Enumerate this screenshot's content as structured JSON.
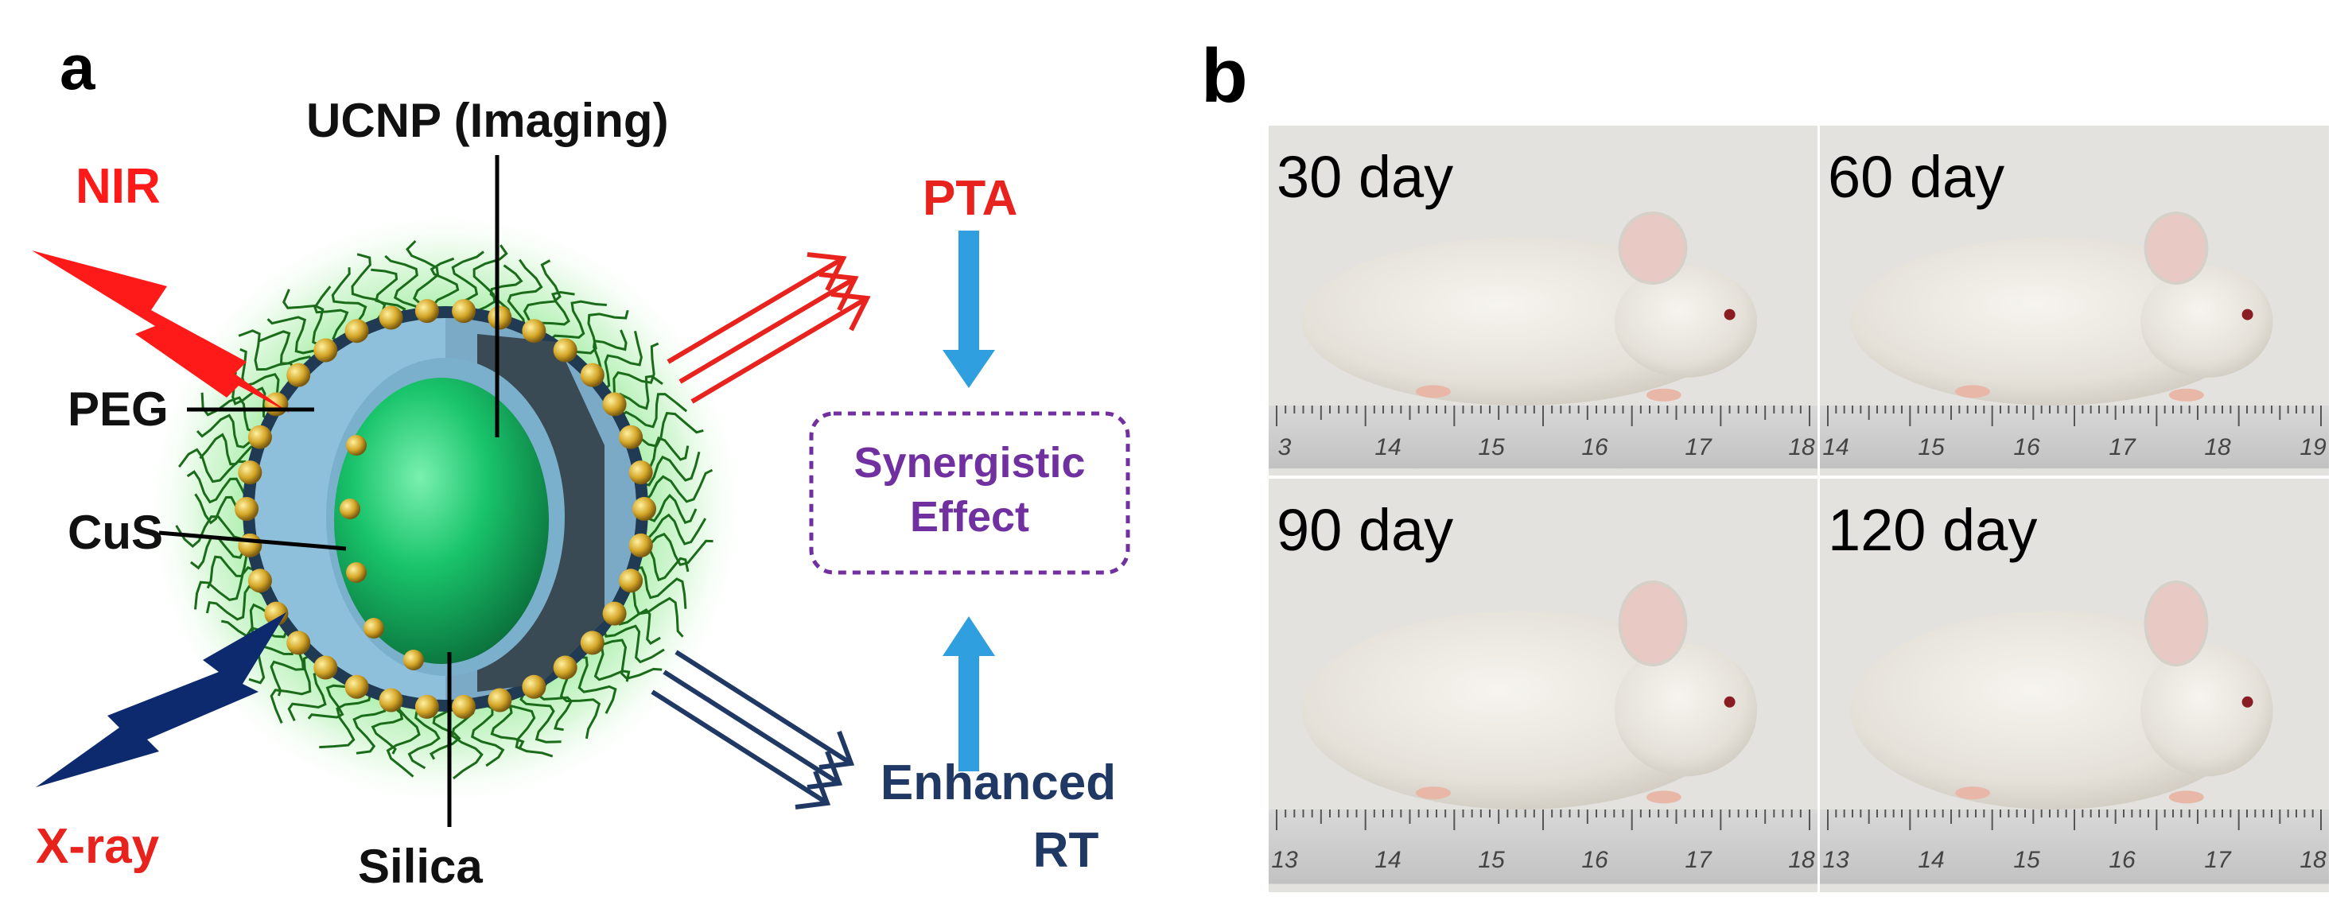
{
  "panel_a": {
    "letter": "a",
    "labels": {
      "nir": "NIR",
      "xray": "X-ray",
      "ucnp": "UCNP (Imaging)",
      "peg": "PEG",
      "cus": "CuS",
      "silica": "Silica",
      "pta": "PTA",
      "synergistic_line1": "Synergistic",
      "synergistic_line2": "Effect",
      "enhanced_line1": "Enhanced",
      "enhanced_line2": "RT"
    },
    "colors": {
      "nir": "#ff1a1a",
      "xray_bolt": "#0d2a6e",
      "xray_text": "#e8231e",
      "pta": "#e8231e",
      "synergy": "#7030a0",
      "enhanced": "#1f3864",
      "up_arrow": "#2f9fe0",
      "core": "#17b760",
      "shell": "#7fb3d0",
      "cus_dot": "#c9a227",
      "peg_hair": "#1a6b1a"
    }
  },
  "panel_b": {
    "letter": "b",
    "photos": [
      {
        "label": "30 day",
        "ruler": [
          "3",
          "14",
          "15",
          "16",
          "17",
          "18"
        ]
      },
      {
        "label": "60 day",
        "ruler": [
          "14",
          "15",
          "16",
          "17",
          "18",
          "19"
        ]
      },
      {
        "label": "90 day",
        "ruler": [
          "13",
          "14",
          "15",
          "16",
          "17",
          "18"
        ]
      },
      {
        "label": "120 day",
        "ruler": [
          "13",
          "14",
          "15",
          "16",
          "17",
          "18"
        ]
      }
    ]
  }
}
